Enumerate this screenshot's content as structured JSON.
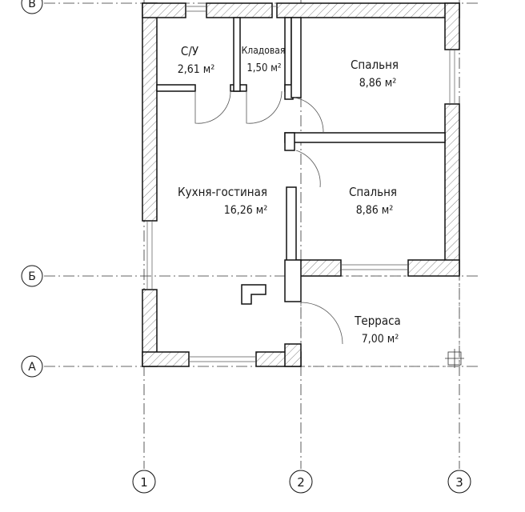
{
  "axes": {
    "horizontal": [
      "В",
      "Б",
      "А"
    ],
    "vertical": [
      "1",
      "2",
      "3"
    ]
  },
  "rooms": [
    {
      "id": "bath",
      "name": "С/У",
      "area": "2,61 м²"
    },
    {
      "id": "pantry",
      "name": "Кладовая",
      "area": "1,50 м²"
    },
    {
      "id": "bedroom1",
      "name": "Спальня",
      "area": "8,86 м²"
    },
    {
      "id": "living",
      "name": "Кухня-гостиная",
      "area": "16,26 м²"
    },
    {
      "id": "bedroom2",
      "name": "Спальня",
      "area": "8,86 м²"
    },
    {
      "id": "terrace",
      "name": "Терраса",
      "area": "7,00 м²"
    }
  ]
}
